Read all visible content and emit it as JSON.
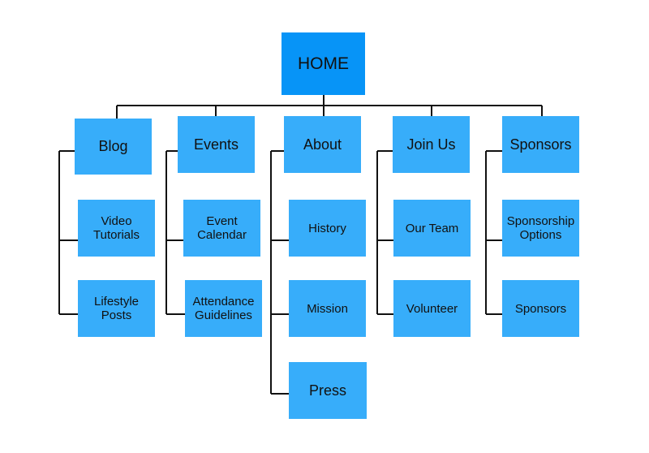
{
  "colors": {
    "home_fill": "#0794f7",
    "node_fill": "#37adfa",
    "connector": "#111111",
    "text": "#111111",
    "background": "#ffffff"
  },
  "sitemap": {
    "home": "HOME",
    "sections": [
      {
        "label": "Blog",
        "children": [
          "Video\nTutorials",
          "Lifestyle\nPosts"
        ]
      },
      {
        "label": "Events",
        "children": [
          "Event\nCalendar",
          "Attendance\nGuidelines"
        ]
      },
      {
        "label": "About",
        "children": [
          "History",
          "Mission",
          "Press"
        ]
      },
      {
        "label": "Join Us",
        "children": [
          "Our Team",
          "Volunteer"
        ]
      },
      {
        "label": "Sponsors",
        "children": [
          "Sponsorship\nOptions",
          "Sponsors"
        ]
      }
    ]
  }
}
